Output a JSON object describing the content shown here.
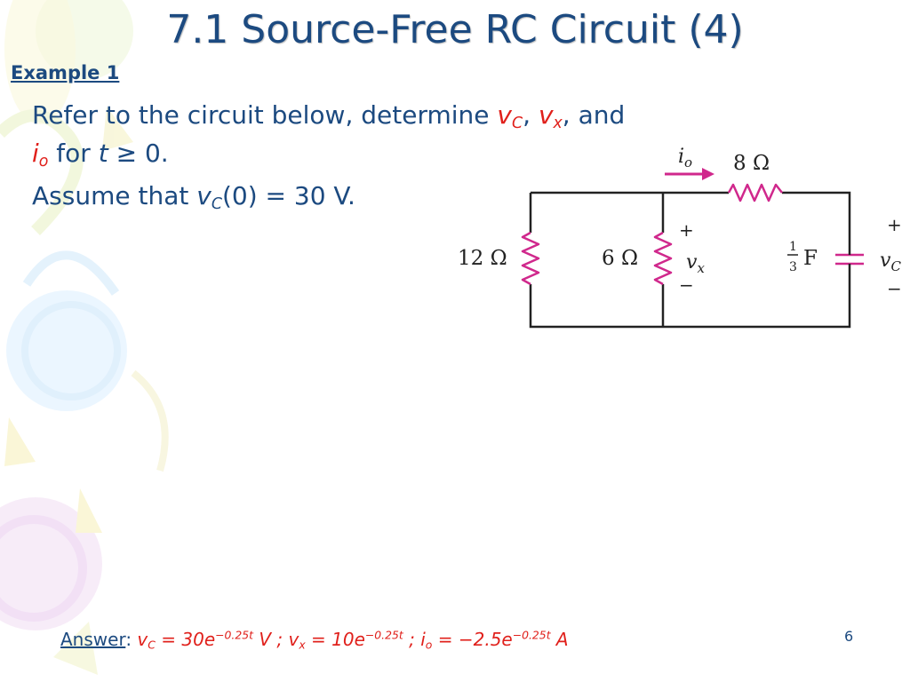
{
  "title": "7.1 Source-Free RC Circuit (4)",
  "example_label": "Example 1",
  "problem": {
    "line1_prefix": "Refer to the circuit below, determine ",
    "v": "v",
    "C": "C",
    "x": "x",
    "sep": ", ",
    "and": ", and",
    "i": "i",
    "o": "o",
    "for": " for ",
    "t": "t",
    "ge0": " ≥ 0.",
    "assume_prefix": "Assume that ",
    "assume_suffix": "(0) = 30 V."
  },
  "circuit": {
    "r1": "12 Ω",
    "r2": "6 Ω",
    "r3": "8 Ω",
    "cap_num": "1",
    "cap_den": "3",
    "cap_unit": "F",
    "plus": "+",
    "minus": "−",
    "v": "v",
    "x": "x",
    "C": "C",
    "i": "i",
    "o": "o"
  },
  "answer": {
    "label": "Answer",
    "colon": ": ",
    "v": "v",
    "C": "C",
    "x": "x",
    "i": "i",
    "o": "o",
    "eq1": " = 30e",
    "exp": "−0.25t",
    "unit1": " V ; ",
    "eq2": " = 10e",
    "sep2": " ; ",
    "eq3": " = −2.5e",
    "unit3": " A"
  },
  "page_number": "6",
  "colors": {
    "text": "#1c4a80",
    "highlight": "#e0201b",
    "element": "#d0288c",
    "wire": "#222222"
  }
}
